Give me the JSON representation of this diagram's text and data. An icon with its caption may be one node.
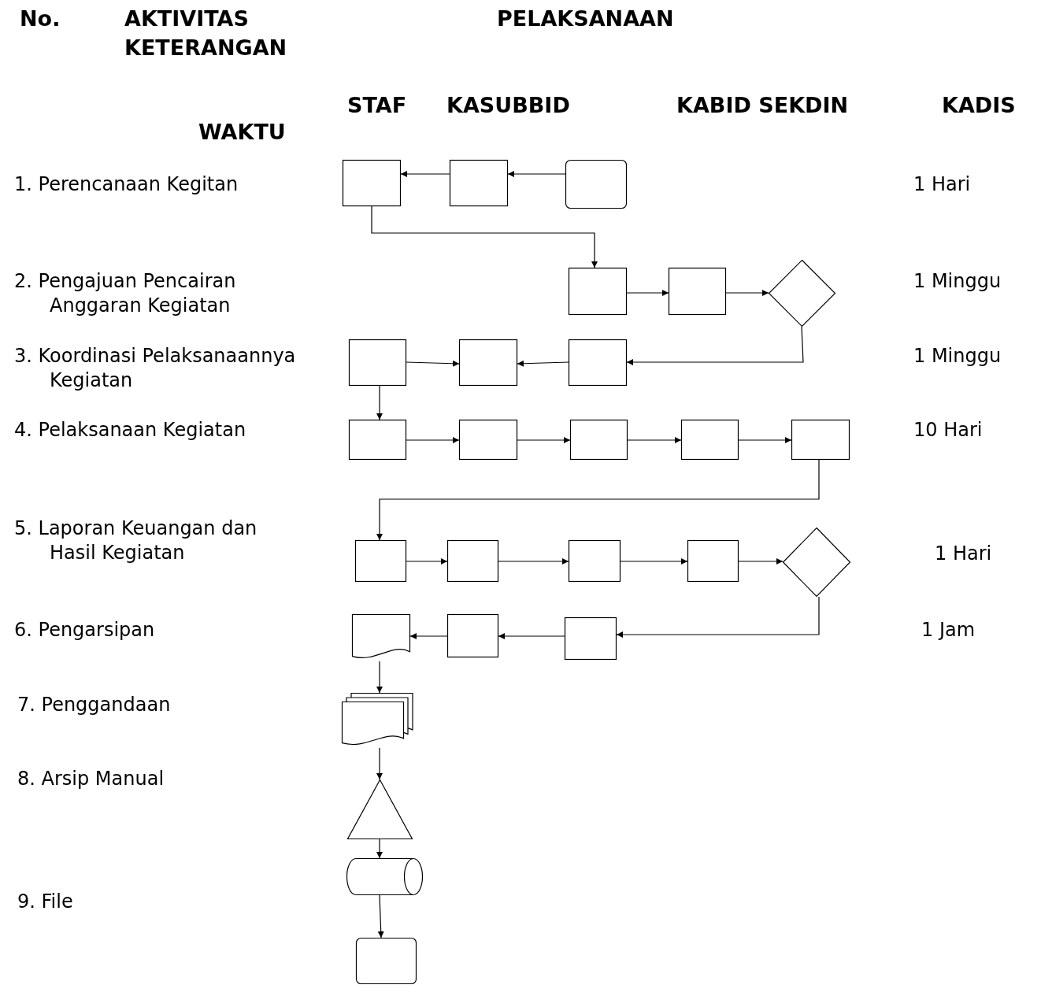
{
  "diagram": {
    "nodes": [
      {
        "text": [],
        "shape": "box"
      },
      {
        "text": [],
        "shape": "box"
      },
      {
        "text": [],
        "shape": "box"
      },
      {
        "text": [],
        "shape": "box"
      },
      {
        "text": [],
        "shape": "box"
      },
      {
        "text": [],
        "shape": "diamond"
      },
      {
        "text": [],
        "shape": "box"
      },
      {
        "text": [],
        "shape": "box"
      },
      {
        "text": [],
        "shape": "box"
      },
      {
        "text": [],
        "shape": "box"
      },
      {
        "text": [],
        "shape": "box"
      },
      {
        "text": [],
        "shape": "box"
      },
      {
        "text": [],
        "shape": "box"
      },
      {
        "text": [],
        "shape": "box"
      },
      {
        "text": [],
        "shape": "box"
      },
      {
        "text": [],
        "shape": "box"
      },
      {
        "text": [],
        "shape": "box"
      },
      {
        "text": [],
        "shape": "box"
      },
      {
        "text": [],
        "shape": "diamond"
      },
      {
        "text": [],
        "shape": "document"
      },
      {
        "text": [],
        "shape": "box"
      },
      {
        "text": [],
        "shape": "box"
      },
      {
        "text": [],
        "shape": "documents"
      },
      {
        "text": [],
        "shape": "triangle"
      },
      {
        "text": [],
        "shape": "cylinder"
      },
      {
        "text": [],
        "shape": "box"
      }
    ],
    "edges": [
      {
        "from": 2,
        "to": 1,
        "arrow": "to"
      },
      {
        "from": 1,
        "to": 0,
        "arrow": "to"
      },
      {
        "from": 0,
        "to": 3,
        "arrow": "to"
      },
      {
        "from": 3,
        "to": 4,
        "arrow": "to"
      },
      {
        "from": 4,
        "to": 5,
        "arrow": "to"
      },
      {
        "from": 5,
        "to": 8,
        "arrow": "to"
      },
      {
        "from": 6,
        "to": 7,
        "arrow": "to"
      },
      {
        "from": 8,
        "to": 7,
        "arrow": "to"
      },
      {
        "from": 6,
        "to": 9,
        "arrow": "to"
      },
      {
        "from": 9,
        "to": 10,
        "arrow": "to"
      },
      {
        "from": 10,
        "to": 11,
        "arrow": "to"
      },
      {
        "from": 11,
        "to": 12,
        "arrow": "to"
      },
      {
        "from": 12,
        "to": 13,
        "arrow": "to"
      },
      {
        "from": 13,
        "to": 14,
        "arrow": "to"
      },
      {
        "from": 14,
        "to": 15,
        "arrow": "to"
      },
      {
        "from": 15,
        "to": 16,
        "arrow": "to"
      },
      {
        "from": 16,
        "to": 17,
        "arrow": "to"
      },
      {
        "from": 17,
        "to": 18,
        "arrow": "to"
      },
      {
        "from": 18,
        "to": 21,
        "arrow": "to"
      },
      {
        "from": 21,
        "to": 20,
        "arrow": "to"
      },
      {
        "from": 20,
        "to": 19,
        "arrow": "to"
      },
      {
        "from": 19,
        "to": 22,
        "arrow": "to"
      },
      {
        "from": 22,
        "to": 23,
        "arrow": "to"
      },
      {
        "from": 23,
        "to": 24,
        "arrow": "to"
      },
      {
        "from": 24,
        "to": 25,
        "arrow": "to"
      }
    ],
    "labels": [
      "No.",
      "AKTIVITAS",
      "PELAKSANAAN",
      "KETERANGAN",
      "STAF",
      "KASUBBID",
      "KABID SEKDIN",
      "KADIS",
      "WAKTU",
      "1. Perencanaan Kegitan",
      "1 Hari",
      "2. Pengajuan Pencairan Anggaran Kegiatan",
      "1 Minggu",
      "3. Koordinasi Pelaksanaannya Kegiatan",
      "1 Minggu",
      "4. Pelaksanaan Kegiatan",
      "10 Hari",
      "5. Laporan Keuangan dan Hasil Kegiatan",
      "1 Hari",
      "6. Pengarsipan",
      "1 Jam",
      "7. Penggandaan",
      "8. Arsip Manual",
      "9. File"
    ]
  }
}
